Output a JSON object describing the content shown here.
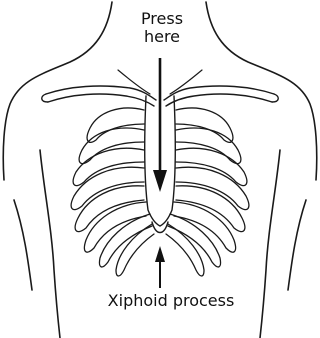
{
  "labels": {
    "press_line1": "Press",
    "press_line2": "here",
    "xiphoid": "Xiphoid process"
  },
  "colors": {
    "ink": "#1a1a1a",
    "background": "#ffffff"
  }
}
